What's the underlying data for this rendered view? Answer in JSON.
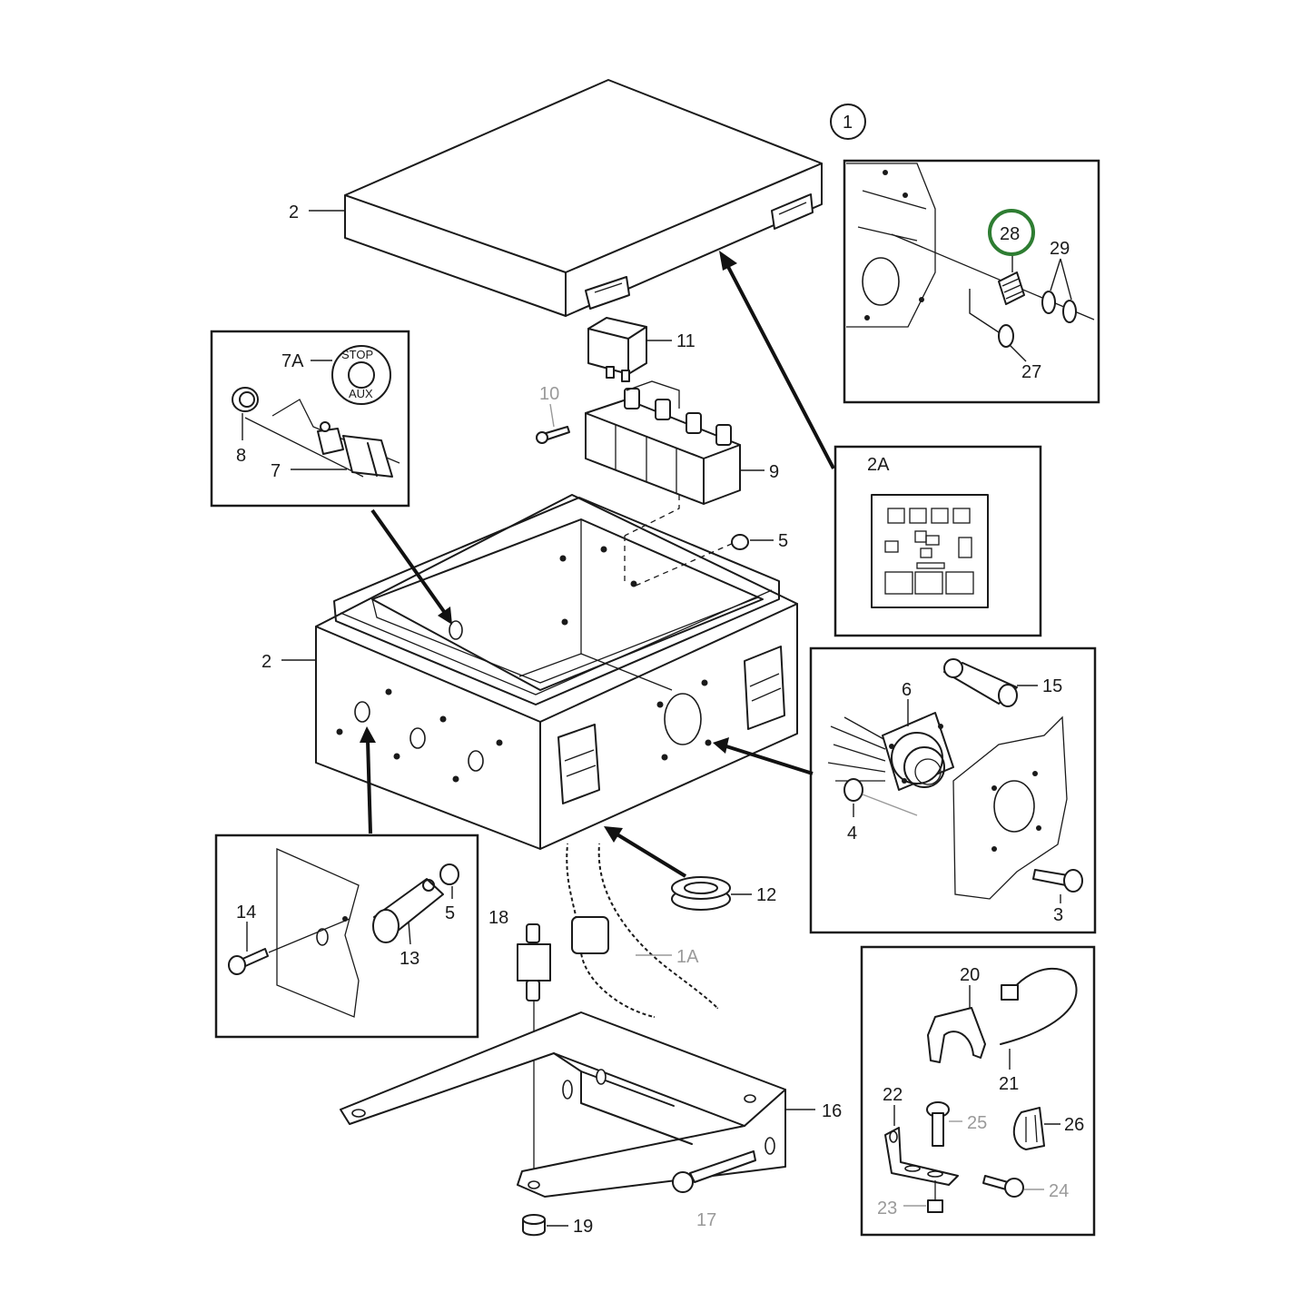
{
  "highlight_color": "#2e7d32",
  "labels": {
    "l1": "1",
    "l2_lid": "2",
    "l2_box": "2",
    "l2A": "2A",
    "l1A": "1A",
    "l3": "3",
    "l4": "4",
    "l5_box": "5",
    "l5_detail": "5",
    "l6": "6",
    "l7": "7",
    "l7A": "7A",
    "l8": "8",
    "l9": "9",
    "l10": "10",
    "l11": "11",
    "l12": "12",
    "l13": "13",
    "l14": "14",
    "l15": "15",
    "l16": "16",
    "l17": "17",
    "l18": "18",
    "l19": "19",
    "l20": "20",
    "l21": "21",
    "l22": "22",
    "l23": "23",
    "l24": "24",
    "l25": "25",
    "l26": "26",
    "l27": "27",
    "l28": "28",
    "l29": "29"
  },
  "knob_text": {
    "top": "STOP",
    "bottom": "AUX"
  },
  "highlighted_part": "28"
}
